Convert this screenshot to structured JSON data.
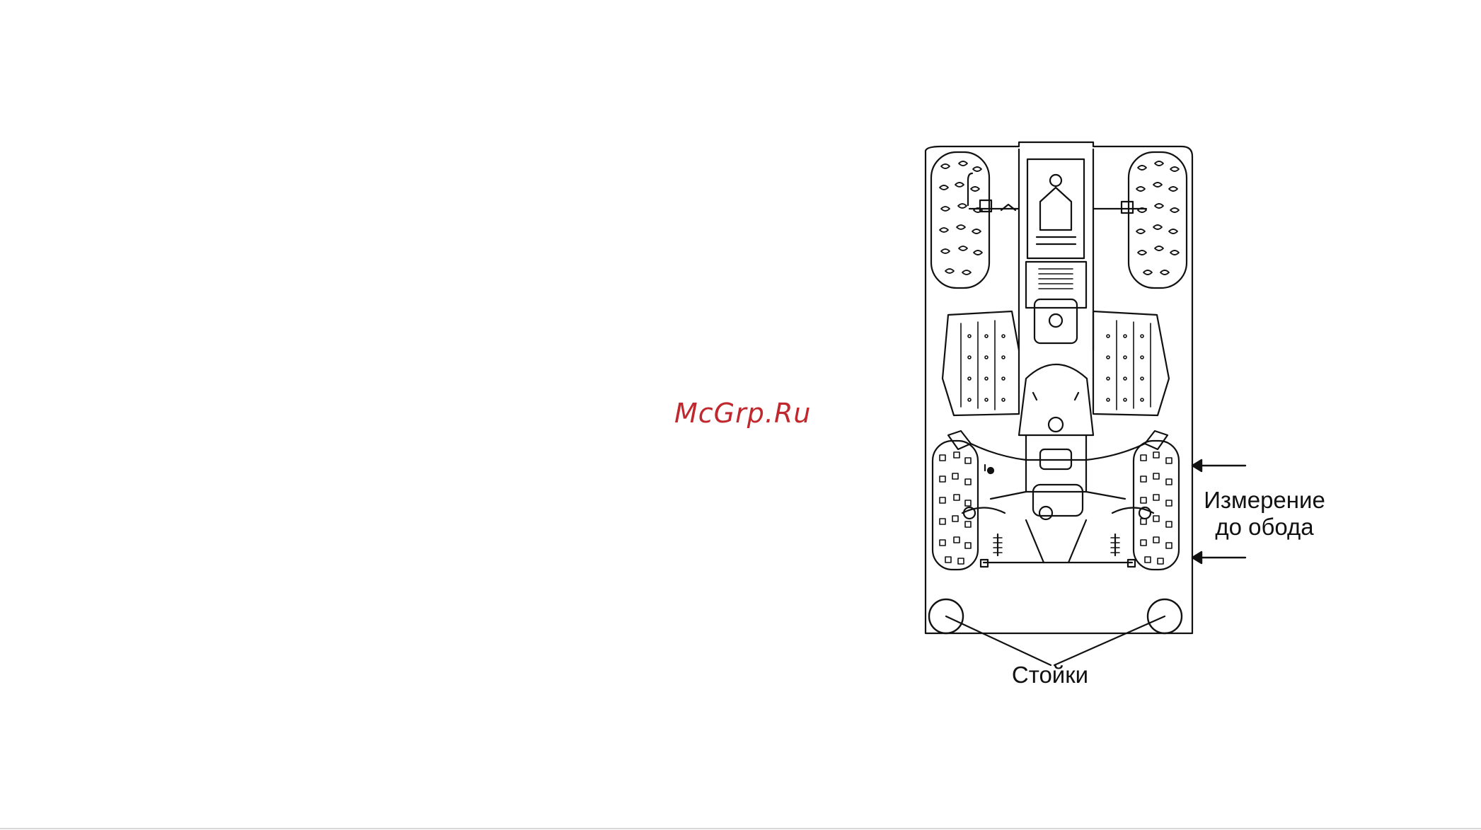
{
  "watermark": {
    "text": "McGrp.Ru",
    "color": "#c0282d"
  },
  "diagram": {
    "annotations": {
      "measure_line1": "Измерение",
      "measure_line2": "до обода",
      "posts": "Стойки"
    },
    "icons": [
      "atv-top-view",
      "tire",
      "footboard",
      "handlebar",
      "post-circle",
      "arrow-left"
    ]
  }
}
